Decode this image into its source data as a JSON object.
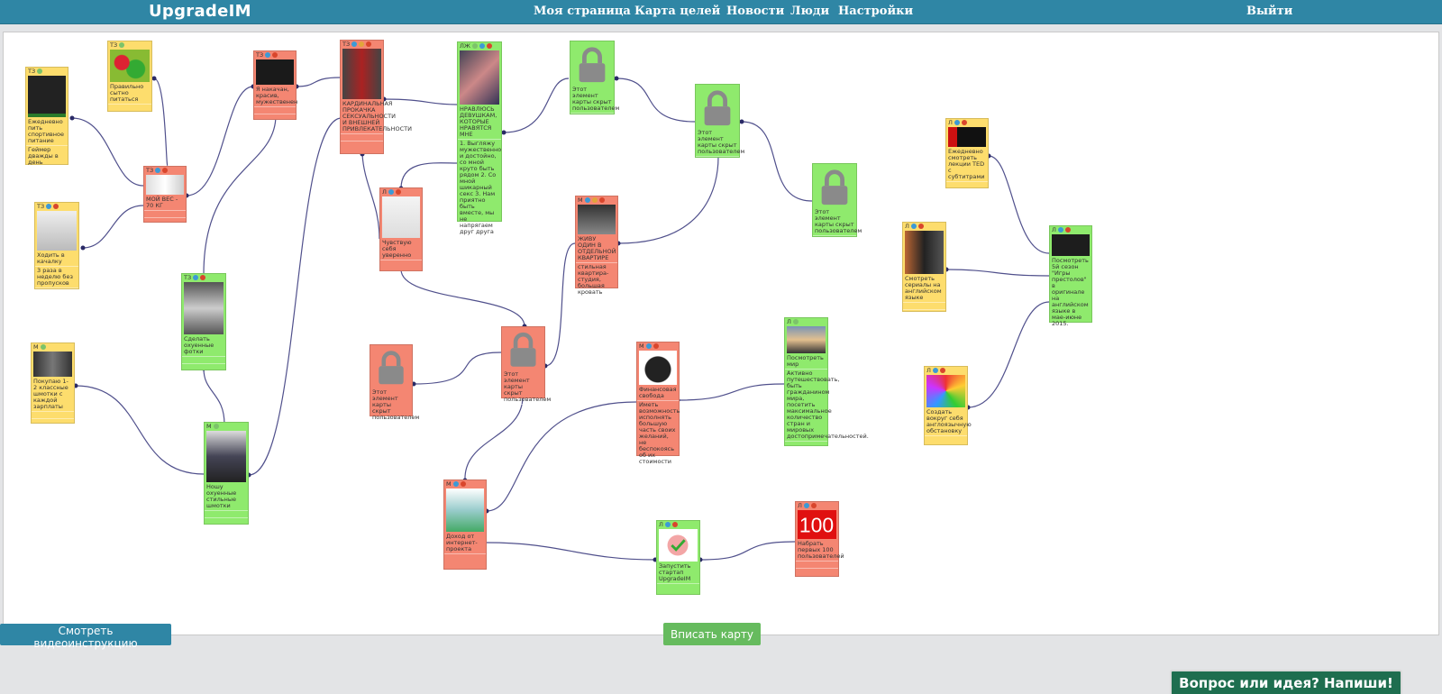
{
  "header": {
    "logo": "UpgradeIM",
    "nav": [
      "Моя страница",
      "Карта целей",
      "Новости",
      "Люди",
      "Настройки"
    ],
    "logout": "Выйти"
  },
  "footer": {
    "video_button": "Смотреть видеоинструкцию",
    "fit_button": "Вписать карту",
    "feedback_button": "Вопрос или идея? Напиши!"
  },
  "colors": {
    "yellow": "#fddd6d",
    "red": "#f48672",
    "green": "#8fea6d",
    "topbar": "#2f86a5",
    "link": "#50508c"
  },
  "cards": [
    {
      "cat": "ТЗ",
      "title": "Ежедневно пить спортивное питание",
      "desc": "Геймер дважды в день",
      "img": "whey-jars-image"
    },
    {
      "cat": "ТЗ",
      "title": "Правильно сытно питаться",
      "desc": "",
      "img": "vegetables-image"
    },
    {
      "cat": "ТЗ",
      "title": "Ходить в качалку",
      "desc": "3 раза в неделю без пропусков",
      "img": "gym-man-image"
    },
    {
      "cat": "ТЗ",
      "title": "МОЙ ВЕС - 70 КГ",
      "desc": "",
      "img": "scale-image"
    },
    {
      "cat": "ТЗ",
      "title": "Я накачан, красив, мужественен",
      "desc": "",
      "img": "muscle-torso-image"
    },
    {
      "cat": "ТЗ",
      "title": "КАРДИНАЛЬНАЯ ПРОКАЧКА СЕКСУАЛЬНОСТИ И ВНЕШНЕЙ ПРИВЛЕКАТЕЛЬНОСТИ",
      "desc": "",
      "img": "couple-image"
    },
    {
      "cat": "ЛЖ",
      "title": "НРАВЛЮСЬ ДЕВУШКАМ, КОТОРЫЕ НРАВЯТСЯ МНЕ",
      "desc": "1. Выгляжу мужественно и достойно, со мной круто быть рядом 2. Со мной шикарный секс 3. Нам приятно быть вместе, мы не напрягаем друг друга",
      "img": "crowd-girls-image"
    },
    {
      "cat": "",
      "title": "Этот элемент карты скрыт пользователем",
      "desc": "",
      "img": "lock"
    },
    {
      "cat": "",
      "title": "Этот элемент карты скрыт пользователем",
      "desc": "",
      "img": "lock"
    },
    {
      "cat": "",
      "title": "Этот элемент карты скрыт пользователем",
      "desc": "",
      "img": "lock"
    },
    {
      "cat": "ТЗ",
      "title": "Сделать охуенные фотки",
      "desc": "",
      "img": "torso-photo-image"
    },
    {
      "cat": "Л",
      "title": "Чувствую себя уверенно",
      "desc": "",
      "img": "confident-boy-image"
    },
    {
      "cat": "М",
      "title": "ЖИВУ ОДИН В ОТДЕЛЬНОЙ КВАРТИРЕ",
      "desc": "стильная квартира-студия, большая кровать",
      "img": "apartment-image"
    },
    {
      "cat": "М",
      "title": "Покупаю 1-2 классные шмотки с каждой зарплаты",
      "desc": "",
      "img": "suit-image"
    },
    {
      "cat": "",
      "title": "Этот элемент карты скрыт пользователем",
      "desc": "",
      "img": "lock"
    },
    {
      "cat": "",
      "title": "Этот элемент карты скрыт пользователем",
      "desc": "",
      "img": "lock"
    },
    {
      "cat": "М",
      "title": "Финансовая свобода",
      "desc": "Иметь возможность исполнять большую часть своих желаний, не беспокоясь об их стоимости",
      "img": "money-bag-image"
    },
    {
      "cat": "Л",
      "title": "Посмотреть мир",
      "desc": "Активно путешествовать, быть гражданином мира, посетить максимальное количество стран и мировых достопримечательностей.",
      "img": "world-image"
    },
    {
      "cat": "М",
      "title": "Ношу охуенные стильные шмотки",
      "desc": "",
      "img": "stylish-man-image"
    },
    {
      "cat": "М",
      "title": "Доход от интернет-проекта",
      "desc": "",
      "img": "money-man-image"
    },
    {
      "cat": "Л",
      "title": "Запустить стартап UpgradeIM",
      "desc": "",
      "img": "check-icon-image"
    },
    {
      "cat": "Л",
      "title": "Набрать первых 100 пользователей",
      "desc": "",
      "img": "100-image"
    },
    {
      "cat": "Л",
      "title": "Ежедневно смотреть лекции TED с субтитрами",
      "desc": "",
      "img": "ted-image"
    },
    {
      "cat": "Л",
      "title": "Смотреть сериалы на английском языке",
      "desc": "",
      "img": "series-image"
    },
    {
      "cat": "Л",
      "title": "Посмотреть 5й сезон \"Игры престолов\" в оригинале на английском языке в мае-июне 2015.",
      "desc": "",
      "img": "got-image"
    },
    {
      "cat": "Л",
      "title": "Создать вокруг себя англоязычную обстановку",
      "desc": "",
      "img": "colorful-cubes-image"
    }
  ]
}
